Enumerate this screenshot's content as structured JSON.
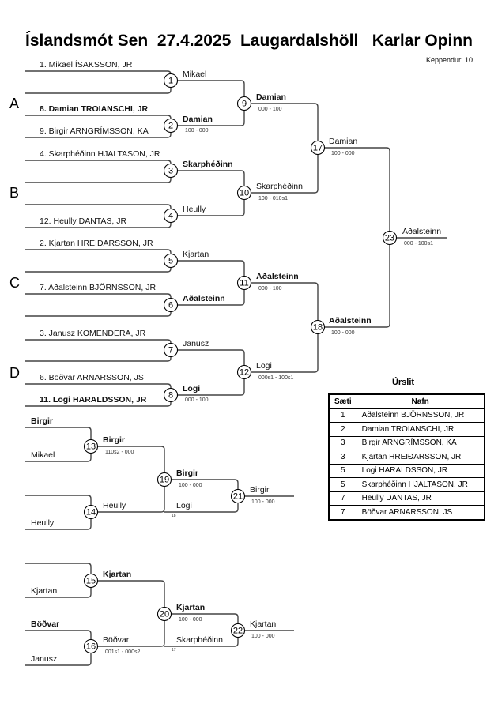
{
  "header": {
    "title": "Íslandsmót Sen  27.4.2025  Laugardalshöll   Karlar Opinn",
    "participants": "Keppendur: 10"
  },
  "groups": [
    "A",
    "B",
    "C",
    "D"
  ],
  "round1": [
    {
      "match": "1",
      "top": "1. Mikael ÍSAKSSON, JR",
      "bottom": "",
      "top_bold": false,
      "bottom_bold": false,
      "winner": "Mikael",
      "winner_bold": false,
      "score": ""
    },
    {
      "match": "2",
      "top": "8. Damian TROIANSCHI, JR",
      "bottom": "9. Birgir ARNGRÍMSSON, KA",
      "top_bold": true,
      "bottom_bold": false,
      "winner": "Damian",
      "winner_bold": true,
      "score": "100 - 000"
    },
    {
      "match": "3",
      "top": "4. Skarphéðinn HJALTASON, JR",
      "bottom": "",
      "top_bold": false,
      "bottom_bold": false,
      "winner": "Skarphéðinn",
      "winner_bold": true,
      "score": ""
    },
    {
      "match": "4",
      "top": "",
      "bottom": "12. Heully DANTAS, JR",
      "top_bold": false,
      "bottom_bold": false,
      "winner": "Heully",
      "winner_bold": false,
      "score": ""
    },
    {
      "match": "5",
      "top": "2. Kjartan HREIÐARSSON, JR",
      "bottom": "",
      "top_bold": false,
      "bottom_bold": false,
      "winner": "Kjartan",
      "winner_bold": false,
      "score": ""
    },
    {
      "match": "6",
      "top": "7. Aðalsteinn BJÖRNSSON, JR",
      "bottom": "",
      "top_bold": false,
      "bottom_bold": false,
      "winner": "Aðalsteinn",
      "winner_bold": true,
      "score": ""
    },
    {
      "match": "7",
      "top": "3. Janusz KOMENDERA, JR",
      "bottom": "",
      "top_bold": false,
      "bottom_bold": false,
      "winner": "Janusz",
      "winner_bold": false,
      "score": ""
    },
    {
      "match": "8",
      "top": "6. Böðvar ARNARSSON, JS",
      "bottom": "11. Logi HARALDSSON, JR",
      "top_bold": false,
      "bottom_bold": true,
      "winner": "Logi",
      "winner_bold": true,
      "score": "000 - 100"
    }
  ],
  "round2": [
    {
      "match": "9",
      "winner": "Damian",
      "winner_bold": true,
      "score": "000 - 100"
    },
    {
      "match": "10",
      "winner": "Skarphéðinn",
      "winner_bold": false,
      "score": "100 - 010s1"
    },
    {
      "match": "11",
      "winner": "Aðalsteinn",
      "winner_bold": true,
      "score": "000 - 100"
    },
    {
      "match": "12",
      "winner": "Logi",
      "winner_bold": false,
      "score": "000s1 - 100s1"
    }
  ],
  "round3": [
    {
      "match": "17",
      "winner": "Damian",
      "winner_bold": false,
      "score": "100 - 000"
    },
    {
      "match": "18",
      "winner": "Aðalsteinn",
      "winner_bold": true,
      "score": "100 - 000"
    }
  ],
  "final": {
    "match": "23",
    "winner": "Aðalsteinn",
    "winner_bold": false,
    "score": "000 - 100s1"
  },
  "repechage": [
    {
      "r1": [
        {
          "match": "13",
          "top": "Birgir",
          "bottom": "Mikael",
          "top_bold": true,
          "winner": "Birgir",
          "winner_bold": true,
          "score": "110s2 - 000"
        },
        {
          "match": "14",
          "top": "",
          "bottom": "Heully",
          "top_bold": false,
          "winner": "Heully",
          "winner_bold": false,
          "score": ""
        }
      ],
      "r2": {
        "match": "19",
        "winner": "Birgir",
        "winner_bold": true,
        "score": "100 - 000"
      },
      "cross": {
        "name": "Logi",
        "from": "18"
      },
      "r3": {
        "match": "21",
        "winner": "Birgir",
        "winner_bold": false,
        "score": "100 - 000"
      }
    },
    {
      "r1": [
        {
          "match": "15",
          "top": "",
          "bottom": "Kjartan",
          "top_bold": false,
          "winner": "Kjartan",
          "winner_bold": true,
          "score": ""
        },
        {
          "match": "16",
          "top": "Böðvar",
          "bottom": "Janusz",
          "top_bold": true,
          "winner": "Böðvar",
          "winner_bold": false,
          "score": "001s1 - 000s2"
        }
      ],
      "r2": {
        "match": "20",
        "winner": "Kjartan",
        "winner_bold": true,
        "score": "100 - 000"
      },
      "cross": {
        "name": "Skarphéðinn",
        "from": "17"
      },
      "r3": {
        "match": "22",
        "winner": "Kjartan",
        "winner_bold": false,
        "score": "100 - 000"
      }
    }
  ],
  "results": {
    "title": "Úrslit",
    "headers": [
      "Sæti",
      "Nafn"
    ],
    "rows": [
      {
        "place": "1",
        "name": "Aðalsteinn BJÖRNSSON, JR"
      },
      {
        "place": "2",
        "name": "Damian TROIANSCHI, JR"
      },
      {
        "place": "3",
        "name": "Birgir ARNGRÍMSSON, KA"
      },
      {
        "place": "3",
        "name": "Kjartan HREIÐARSSON, JR"
      },
      {
        "place": "5",
        "name": "Logi HARALDSSON, JR"
      },
      {
        "place": "5",
        "name": "Skarphéðinn HJALTASON, JR"
      },
      {
        "place": "7",
        "name": "Heully DANTAS, JR"
      },
      {
        "place": "7",
        "name": "Böðvar ARNARSSON, JS"
      }
    ]
  }
}
